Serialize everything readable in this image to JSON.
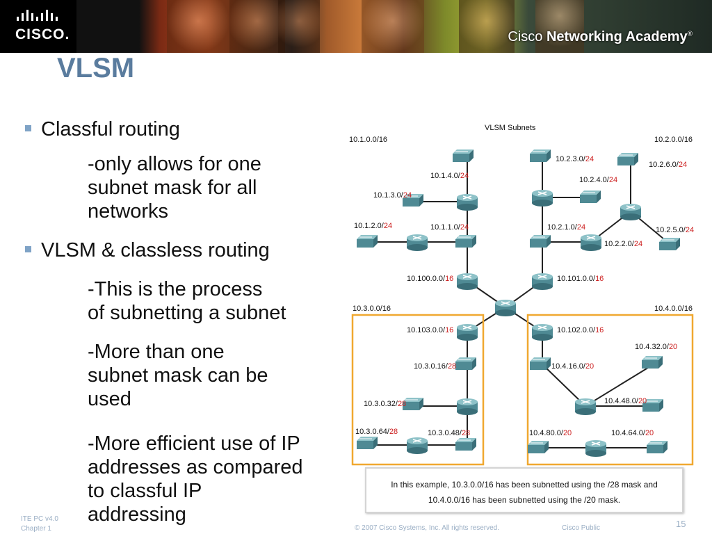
{
  "header": {
    "logo_text": "CISCO.",
    "academy_text_1": "Cisco ",
    "academy_text_2": "Networking Academy",
    "academy_mark": "®"
  },
  "slide": {
    "title": "VLSM",
    "bullets": [
      {
        "label": "Classful routing"
      },
      {
        "label": "VLSM & classless routing"
      }
    ],
    "sub_points": [
      "-only allows for one\nsubnet mask for all\nnetworks",
      "-This is the process\nof subnetting a subnet",
      "-More than one\nsubnet mask can be\nused",
      "-More efficient use of IP\naddresses as compared\nto classful IP\naddressing"
    ]
  },
  "diagram": {
    "title": "VLSM Subnets",
    "corner_labels": [
      "10.1.0.0/16",
      "10.2.0.0/16",
      "10.3.0.0/16",
      "10.4.0.0/16"
    ],
    "subnet_labels": [
      {
        "net": "10.1.4.0/",
        "mask": "24"
      },
      {
        "net": "10.1.3.0/",
        "mask": "24"
      },
      {
        "net": "10.1.2.0/",
        "mask": "24"
      },
      {
        "net": "10.1.1.0/",
        "mask": "24"
      },
      {
        "net": "10.100.0.0/",
        "mask": "16"
      },
      {
        "net": "10.2.3.0/",
        "mask": "24"
      },
      {
        "net": "10.2.4.0/",
        "mask": "24"
      },
      {
        "net": "10.2.6.0/",
        "mask": "24"
      },
      {
        "net": "10.2.1.0/",
        "mask": "24"
      },
      {
        "net": "10.2.5.0/",
        "mask": "24"
      },
      {
        "net": "10.2.2.0/",
        "mask": "24"
      },
      {
        "net": "10.101.0.0/",
        "mask": "16"
      },
      {
        "net": "10.103.0.0/",
        "mask": "16"
      },
      {
        "net": "10.3.0.16/",
        "mask": "28"
      },
      {
        "net": "10.3.0.32/",
        "mask": "28"
      },
      {
        "net": "10.3.0.64/",
        "mask": "28"
      },
      {
        "net": "10.3.0.48/",
        "mask": "28"
      },
      {
        "net": "10.102.0.0/",
        "mask": "16"
      },
      {
        "net": "10.4.32.0/",
        "mask": "20"
      },
      {
        "net": "10.4.16.0/",
        "mask": "20"
      },
      {
        "net": "10.4.48.0/",
        "mask": "20"
      },
      {
        "net": "10.4.80.0/",
        "mask": "20"
      },
      {
        "net": "10.4.64.0/",
        "mask": "20"
      }
    ],
    "caption_line1": "In this example, 10.3.0.0/16 has been subnetted using the /28 mask and",
    "caption_line2": "10.4.0.0/16 has been subnetted  using the /20 mask.",
    "colors": {
      "net_label": "#111111",
      "mask_label": "#cc1f1f",
      "box_border": "#f0a830",
      "device": "#4f8a94"
    }
  },
  "footer": {
    "course_line1": "ITE PC v4.0",
    "course_line2": "Chapter 1",
    "copyright": "© 2007 Cisco Systems, Inc. All rights reserved.",
    "classification": "Cisco Public",
    "page_number": "15"
  }
}
